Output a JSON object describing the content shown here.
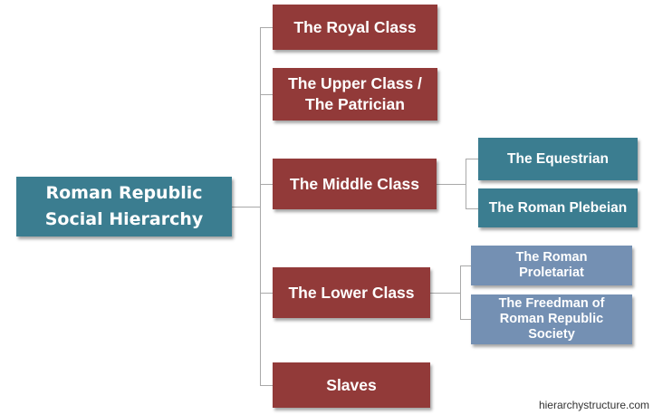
{
  "root": {
    "label": "Roman Republic\nSocial Hierarchy"
  },
  "classes": [
    {
      "label": "The Royal Class"
    },
    {
      "label": "The Upper Class /\nThe Patrician"
    },
    {
      "label": "The Middle Class"
    },
    {
      "label": "The Lower Class"
    },
    {
      "label": "Slaves"
    }
  ],
  "middle_children": [
    {
      "label": "The Equestrian"
    },
    {
      "label": "The Roman Plebeian"
    }
  ],
  "lower_children": [
    {
      "label": "The Roman\nProletariat"
    },
    {
      "label": "The Freedman of\nRoman Republic\nSociety"
    }
  ],
  "watermark": "hierarchystructure.com",
  "colors": {
    "root": "#3b7d90",
    "class": "#923a39",
    "middle_child": "#3b7d90",
    "lower_child": "#7490b3",
    "connector": "#a9a9a9"
  }
}
